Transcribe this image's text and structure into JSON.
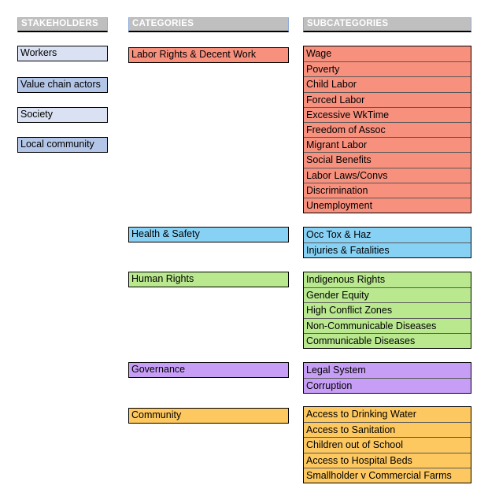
{
  "columns": {
    "stakeholders": {
      "header": "STAKEHOLDERS"
    },
    "categories": {
      "header": "CATEGORIES"
    },
    "subcategories": {
      "header": "SUBCATEGORIES"
    }
  },
  "stakeholders": {
    "items": [
      "Workers",
      "Value chain actors",
      "Society",
      "Local community"
    ]
  },
  "groups": [
    {
      "category": "Labor Rights & Decent Work",
      "color": "#F8907E",
      "subcategories": [
        "Wage",
        "Poverty",
        "Child Labor",
        "Forced Labor",
        "Excessive WkTime",
        "Freedom of Assoc",
        "Migrant Labor",
        "Social Benefits",
        "Labor Laws/Convs",
        "Discrimination",
        "Unemployment"
      ]
    },
    {
      "category": "Health & Safety",
      "color": "#87D1F5",
      "subcategories": [
        "Occ Tox & Haz",
        "Injuries & Fatalities"
      ]
    },
    {
      "category": "Human Rights",
      "color": "#B9E88F",
      "subcategories": [
        "Indigenous Rights",
        "Gender Equity",
        "High Conflict Zones",
        "Non-Communicable Diseases",
        "Communicable Diseases"
      ]
    },
    {
      "category": "Governance",
      "color": "#C79EF6",
      "subcategories": [
        "Legal System",
        "Corruption"
      ]
    },
    {
      "category": "Community",
      "color": "#FDC860",
      "subcategories": [
        "Access to Drinking Water",
        "Access to Sanitation",
        "Children out of School",
        "Access to Hospital Beds",
        "Smallholder v Commercial Farms"
      ]
    }
  ],
  "colors": {
    "header_bg": "#BFBFBF",
    "header_text": "#FFFFFF",
    "header_border": "#8EA9DB",
    "box_border": "#000000",
    "row_divider": "#595959",
    "stakeholder_light": "#D9E1F2",
    "stakeholder_dark": "#B4C6E7"
  }
}
